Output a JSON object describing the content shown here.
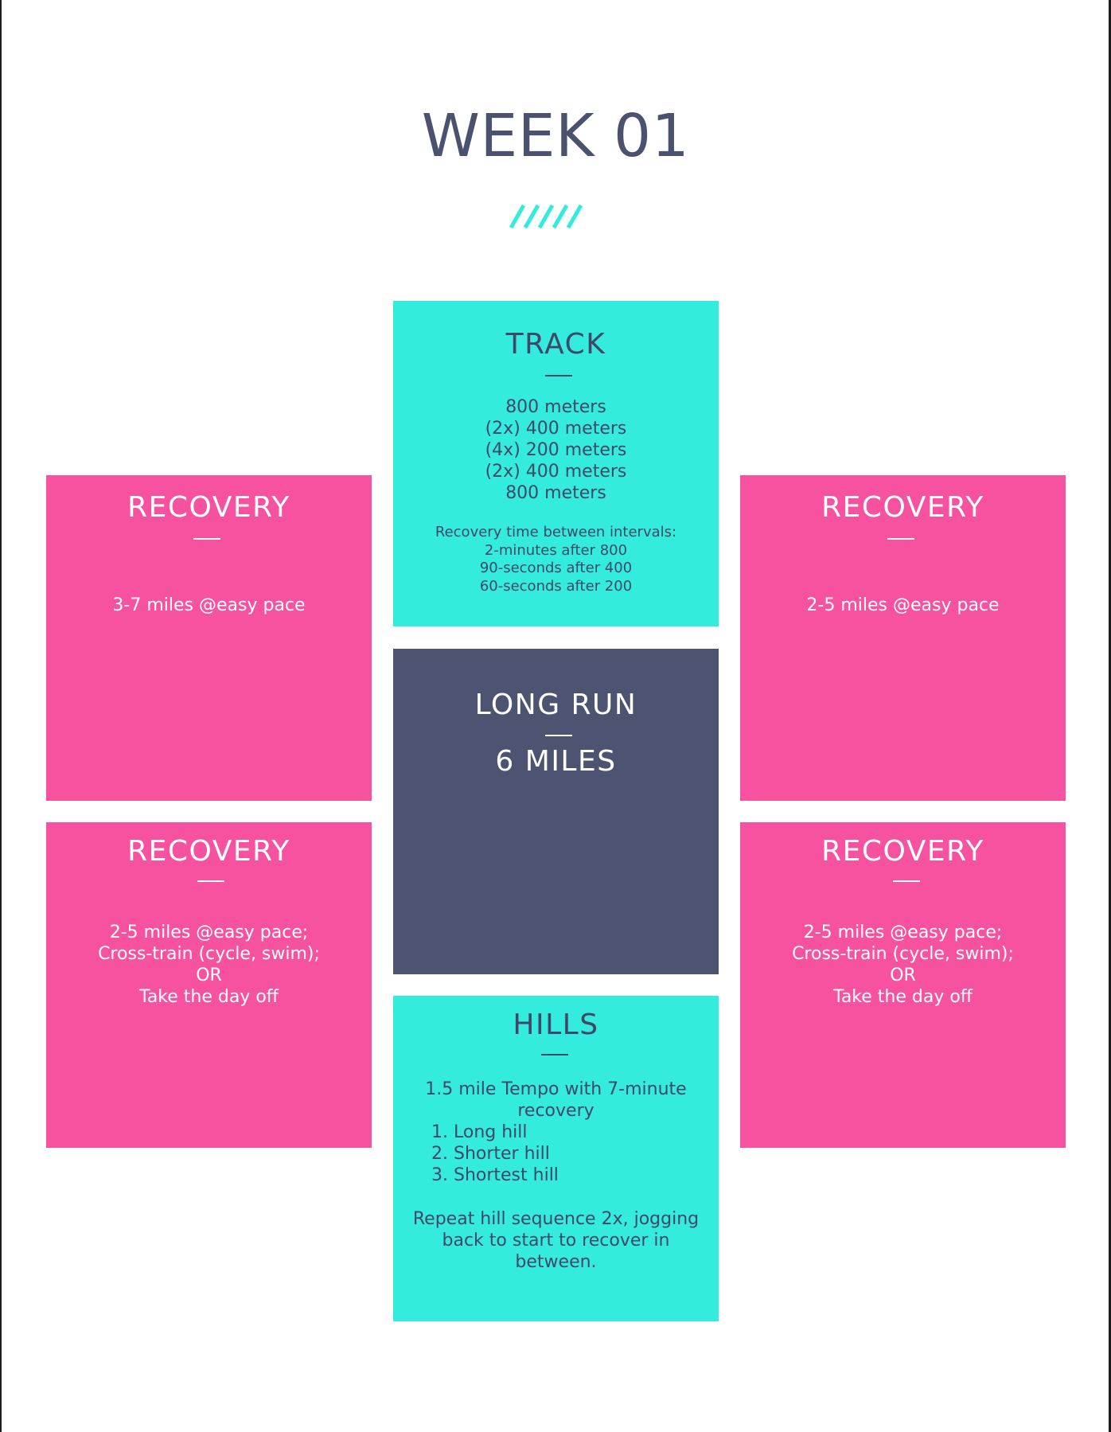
{
  "header": {
    "title": "WEEK 01",
    "accent_color": "#33ecdd"
  },
  "colors": {
    "pink": "#f7529f",
    "teal": "#33ecdd",
    "navy": "#4c5471",
    "title_text": "#4a5270"
  },
  "track": {
    "title": "TRACK",
    "intervals": [
      "800 meters",
      "(2x) 400 meters",
      "(4x) 200 meters",
      "(2x) 400 meters",
      "800 meters"
    ],
    "recovery": [
      "Recovery time between intervals:",
      "2-minutes after 800",
      "90-seconds after 400",
      "60-seconds after 200"
    ]
  },
  "recovery_top_left": {
    "title": "RECOVERY",
    "body": "3-7 miles @easy pace"
  },
  "recovery_top_right": {
    "title": "RECOVERY",
    "body": "2-5 miles @easy pace"
  },
  "long_run": {
    "title": "LONG RUN",
    "distance": "6 MILES"
  },
  "recovery_bottom_left": {
    "title": "RECOVERY",
    "lines": [
      "2-5 miles @easy pace;",
      "Cross-train (cycle, swim);",
      "OR",
      "Take the day off"
    ]
  },
  "recovery_bottom_right": {
    "title": "RECOVERY",
    "lines": [
      "2-5 miles @easy pace;",
      "Cross-train (cycle, swim);",
      "OR",
      "Take the day off"
    ]
  },
  "hills": {
    "title": "HILLS",
    "intro": [
      "1.5 mile Tempo with 7-minute",
      "recovery"
    ],
    "list": [
      "1. Long hill",
      "2. Shorter hill",
      "3. Shortest hill"
    ],
    "outro": [
      "Repeat hill sequence 2x, jogging",
      "back to start to recover in",
      "between."
    ]
  }
}
